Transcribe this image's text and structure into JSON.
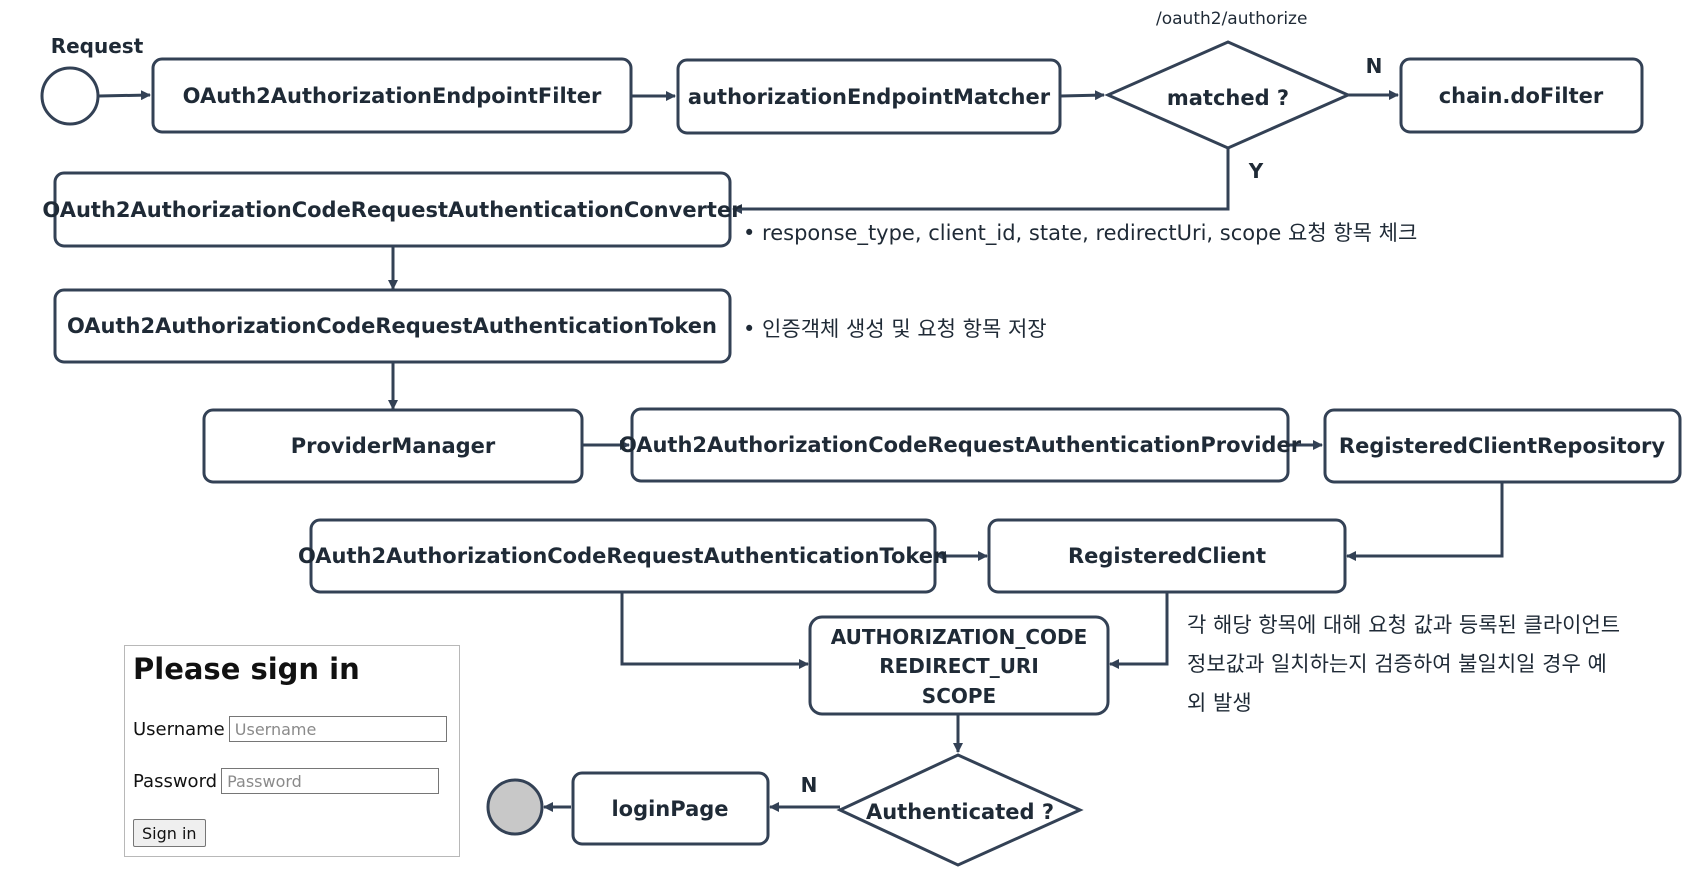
{
  "diagram": {
    "request_label": "Request",
    "path_label": "/oauth2/authorize",
    "nodes": {
      "endpoint_filter": "OAuth2AuthorizationEndpointFilter",
      "endpoint_matcher": "authorizationEndpointMatcher",
      "matched_decision": "matched ?",
      "chain_dofilter": "chain.doFilter",
      "converter": "OAuth2AuthorizationCodeRequestAuthenticationConverter",
      "token_1": "OAuth2AuthorizationCodeRequestAuthenticationToken",
      "provider_manager": "ProviderManager",
      "auth_provider": "OAuth2AuthorizationCodeRequestAuthenticationProvider",
      "client_repository": "RegisteredClientRepository",
      "token_2": "OAuth2AuthorizationCodeRequestAuthenticationToken",
      "registered_client": "RegisteredClient",
      "validation_items": [
        "AUTHORIZATION_CODE",
        "REDIRECT_URI",
        "SCOPE"
      ],
      "authenticated_decision": "Authenticated ?",
      "login_page": "loginPage"
    },
    "edge_labels": {
      "matched_no": "N",
      "matched_yes": "Y",
      "authenticated_no": "N"
    },
    "notes": {
      "converter_note": "•  response_type, client_id, state, redirectUri, scope 요청 항목 체크",
      "token_note": "•  인증객체 생성 및 요청 항목 저장",
      "validation_note": [
        "각 해당 항목에 대해 요청 값과 등록된 클라이언트",
        "정보값과 일치하는지 검증하여 불일치일 경우 예",
        "외 발생"
      ]
    }
  },
  "signin": {
    "title": "Please sign in",
    "username_label": "Username",
    "username_placeholder": "Username",
    "password_label": "Password",
    "password_placeholder": "Password",
    "button_label": "Sign in"
  }
}
